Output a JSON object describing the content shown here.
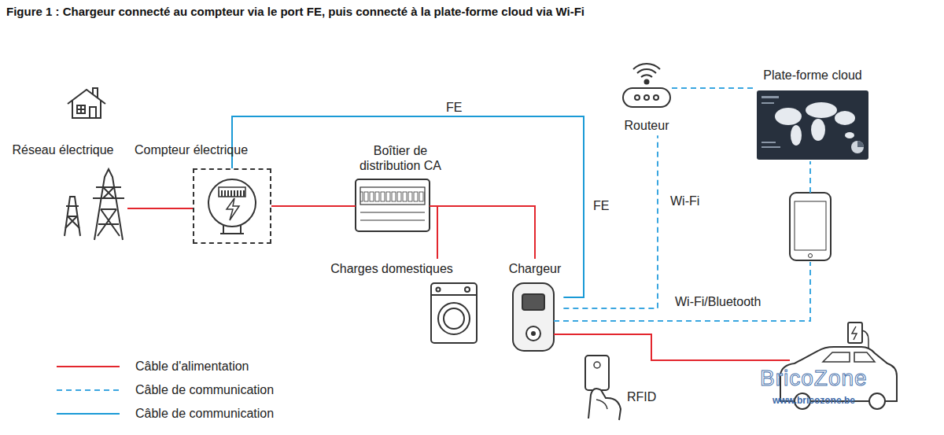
{
  "diagram": {
    "title": "Figure 1 : Chargeur connecté au compteur via le port FE, puis connecté à la plate-forme cloud via Wi-Fi",
    "nodes": [
      {
        "text": [
          "Réseau électrique"
        ]
      },
      {
        "text": [
          "Compteur électrique"
        ]
      },
      {
        "text": [
          "Boîtier de distribution CA"
        ]
      },
      {
        "text": [
          "Charges domestiques"
        ]
      },
      {
        "text": [
          "Chargeur"
        ]
      },
      {
        "text": [
          "Routeur"
        ]
      },
      {
        "text": [
          "Plate-forme cloud"
        ]
      },
      {
        "text": [
          "RFID"
        ]
      }
    ],
    "edges": [
      {
        "from": 0,
        "to": 1,
        "arrow": "none"
      },
      {
        "from": 1,
        "to": 2,
        "arrow": "none"
      },
      {
        "from": 2,
        "to": 3,
        "arrow": "none"
      },
      {
        "from": 2,
        "to": 4,
        "arrow": "none"
      },
      {
        "from": 1,
        "to": 4,
        "label": "FE",
        "arrow": "none"
      },
      {
        "from": 4,
        "to": 5,
        "label": "Wi-Fi",
        "arrow": "none"
      },
      {
        "from": 5,
        "to": 6,
        "arrow": "none"
      }
    ],
    "labels": [
      "FE",
      "Wi-Fi/Bluetooth",
      "BricoZone",
      "www.bricozone.be"
    ],
    "legend": [
      {
        "text": "Câble d'alimentation"
      },
      {
        "text": "Câble de communication"
      },
      {
        "text": "Câble de communication"
      }
    ]
  }
}
